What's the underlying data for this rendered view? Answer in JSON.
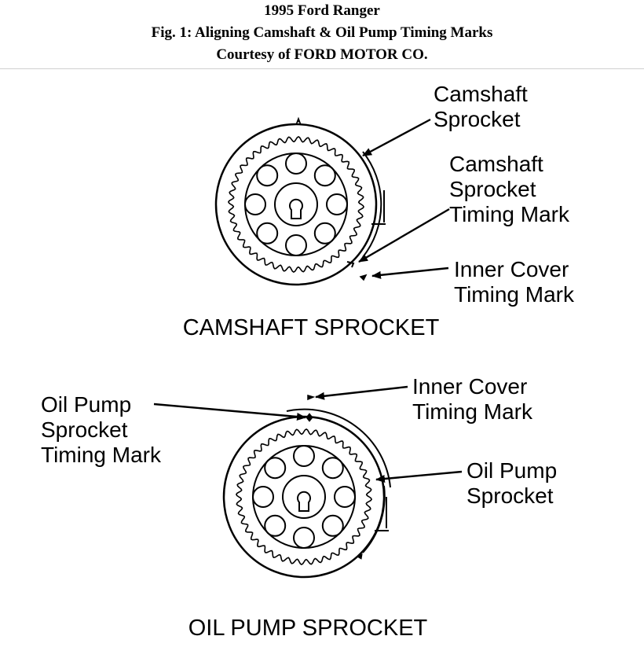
{
  "header": {
    "line1": "1995 Ford Ranger",
    "line2": "Fig. 1: Aligning Camshaft & Oil Pump Timing Marks",
    "line3": "Courtesy of FORD MOTOR CO."
  },
  "camshaft": {
    "title": "CAMSHAFT SPROCKET",
    "label_sprocket": [
      "Camshaft",
      "Sprocket"
    ],
    "label_sprocket_mark": [
      "Camshaft",
      "Sprocket",
      "Timing Mark"
    ],
    "label_cover_mark": [
      "Inner Cover",
      "Timing Mark"
    ]
  },
  "oilpump": {
    "title": "OIL PUMP SPROCKET",
    "label_sprocket_mark": [
      "Oil Pump",
      "Sprocket",
      "Timing Mark"
    ],
    "label_cover_mark": [
      "Inner Cover",
      "Timing Mark"
    ],
    "label_sprocket": [
      "Oil Pump",
      "Sprocket"
    ]
  },
  "colors": {
    "ink": "#000000",
    "background": "#ffffff"
  }
}
